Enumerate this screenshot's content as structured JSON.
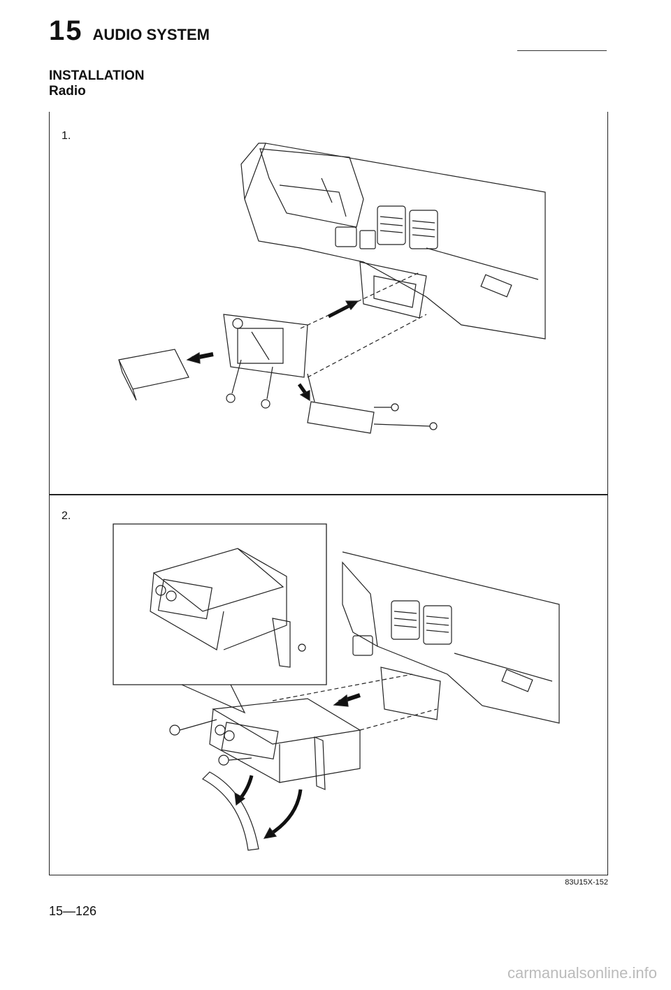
{
  "header": {
    "chapter_number": "15",
    "chapter_title": "AUDIO SYSTEM"
  },
  "section": {
    "title": "INSTALLATION",
    "subtitle": "Radio"
  },
  "steps": [
    {
      "label": "1."
    },
    {
      "label": "2."
    }
  ],
  "figure_code": "83U15X-152",
  "page_number": "15—126",
  "watermark": "carmanualsonline.info"
}
